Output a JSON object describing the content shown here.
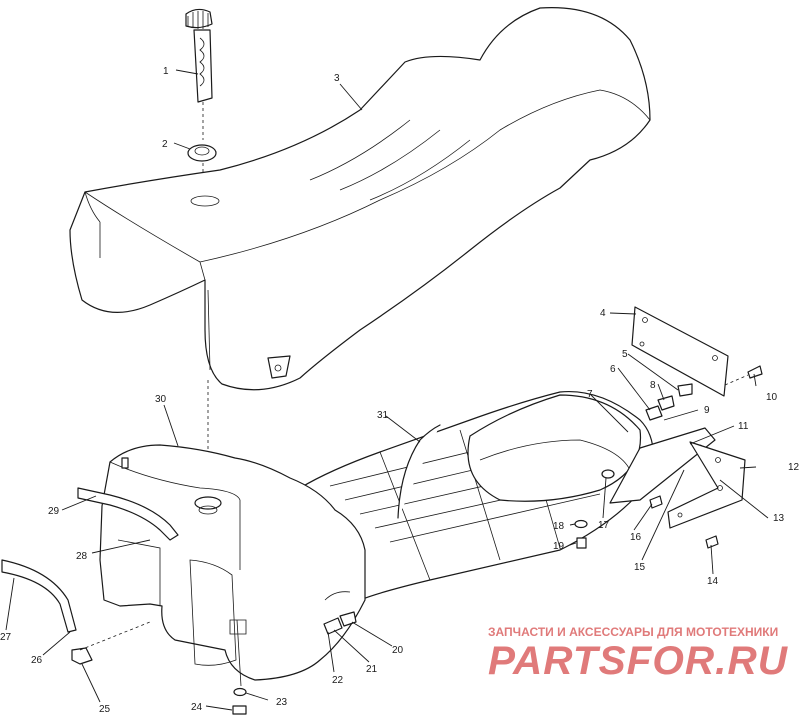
{
  "callouts": [
    {
      "id": "c1",
      "label": "1"
    },
    {
      "id": "c2",
      "label": "2"
    },
    {
      "id": "c3",
      "label": "3"
    },
    {
      "id": "c4",
      "label": "4"
    },
    {
      "id": "c5",
      "label": "5"
    },
    {
      "id": "c6",
      "label": "6"
    },
    {
      "id": "c7",
      "label": "7"
    },
    {
      "id": "c8",
      "label": "8"
    },
    {
      "id": "c9",
      "label": "9"
    },
    {
      "id": "c10",
      "label": "10"
    },
    {
      "id": "c11",
      "label": "11"
    },
    {
      "id": "c12",
      "label": "12"
    },
    {
      "id": "c13",
      "label": "13"
    },
    {
      "id": "c14",
      "label": "14"
    },
    {
      "id": "c15",
      "label": "15"
    },
    {
      "id": "c16",
      "label": "16"
    },
    {
      "id": "c17",
      "label": "17"
    },
    {
      "id": "c18",
      "label": "18"
    },
    {
      "id": "c19",
      "label": "19"
    },
    {
      "id": "c20",
      "label": "20"
    },
    {
      "id": "c21",
      "label": "21"
    },
    {
      "id": "c22",
      "label": "22"
    },
    {
      "id": "c23",
      "label": "23"
    },
    {
      "id": "c24",
      "label": "24"
    },
    {
      "id": "c25",
      "label": "25"
    },
    {
      "id": "c26",
      "label": "26"
    },
    {
      "id": "c27",
      "label": "27"
    },
    {
      "id": "c28",
      "label": "28"
    },
    {
      "id": "c29",
      "label": "29"
    },
    {
      "id": "c30",
      "label": "30"
    },
    {
      "id": "c31",
      "label": "31"
    }
  ],
  "watermark": {
    "tagline": "ЗАПЧАСТИ И АКСЕССУАРЫ ДЛЯ МОТОТЕХНИКИ",
    "logo": "PARTSFOR.RU",
    "color": "#e07a7a"
  }
}
